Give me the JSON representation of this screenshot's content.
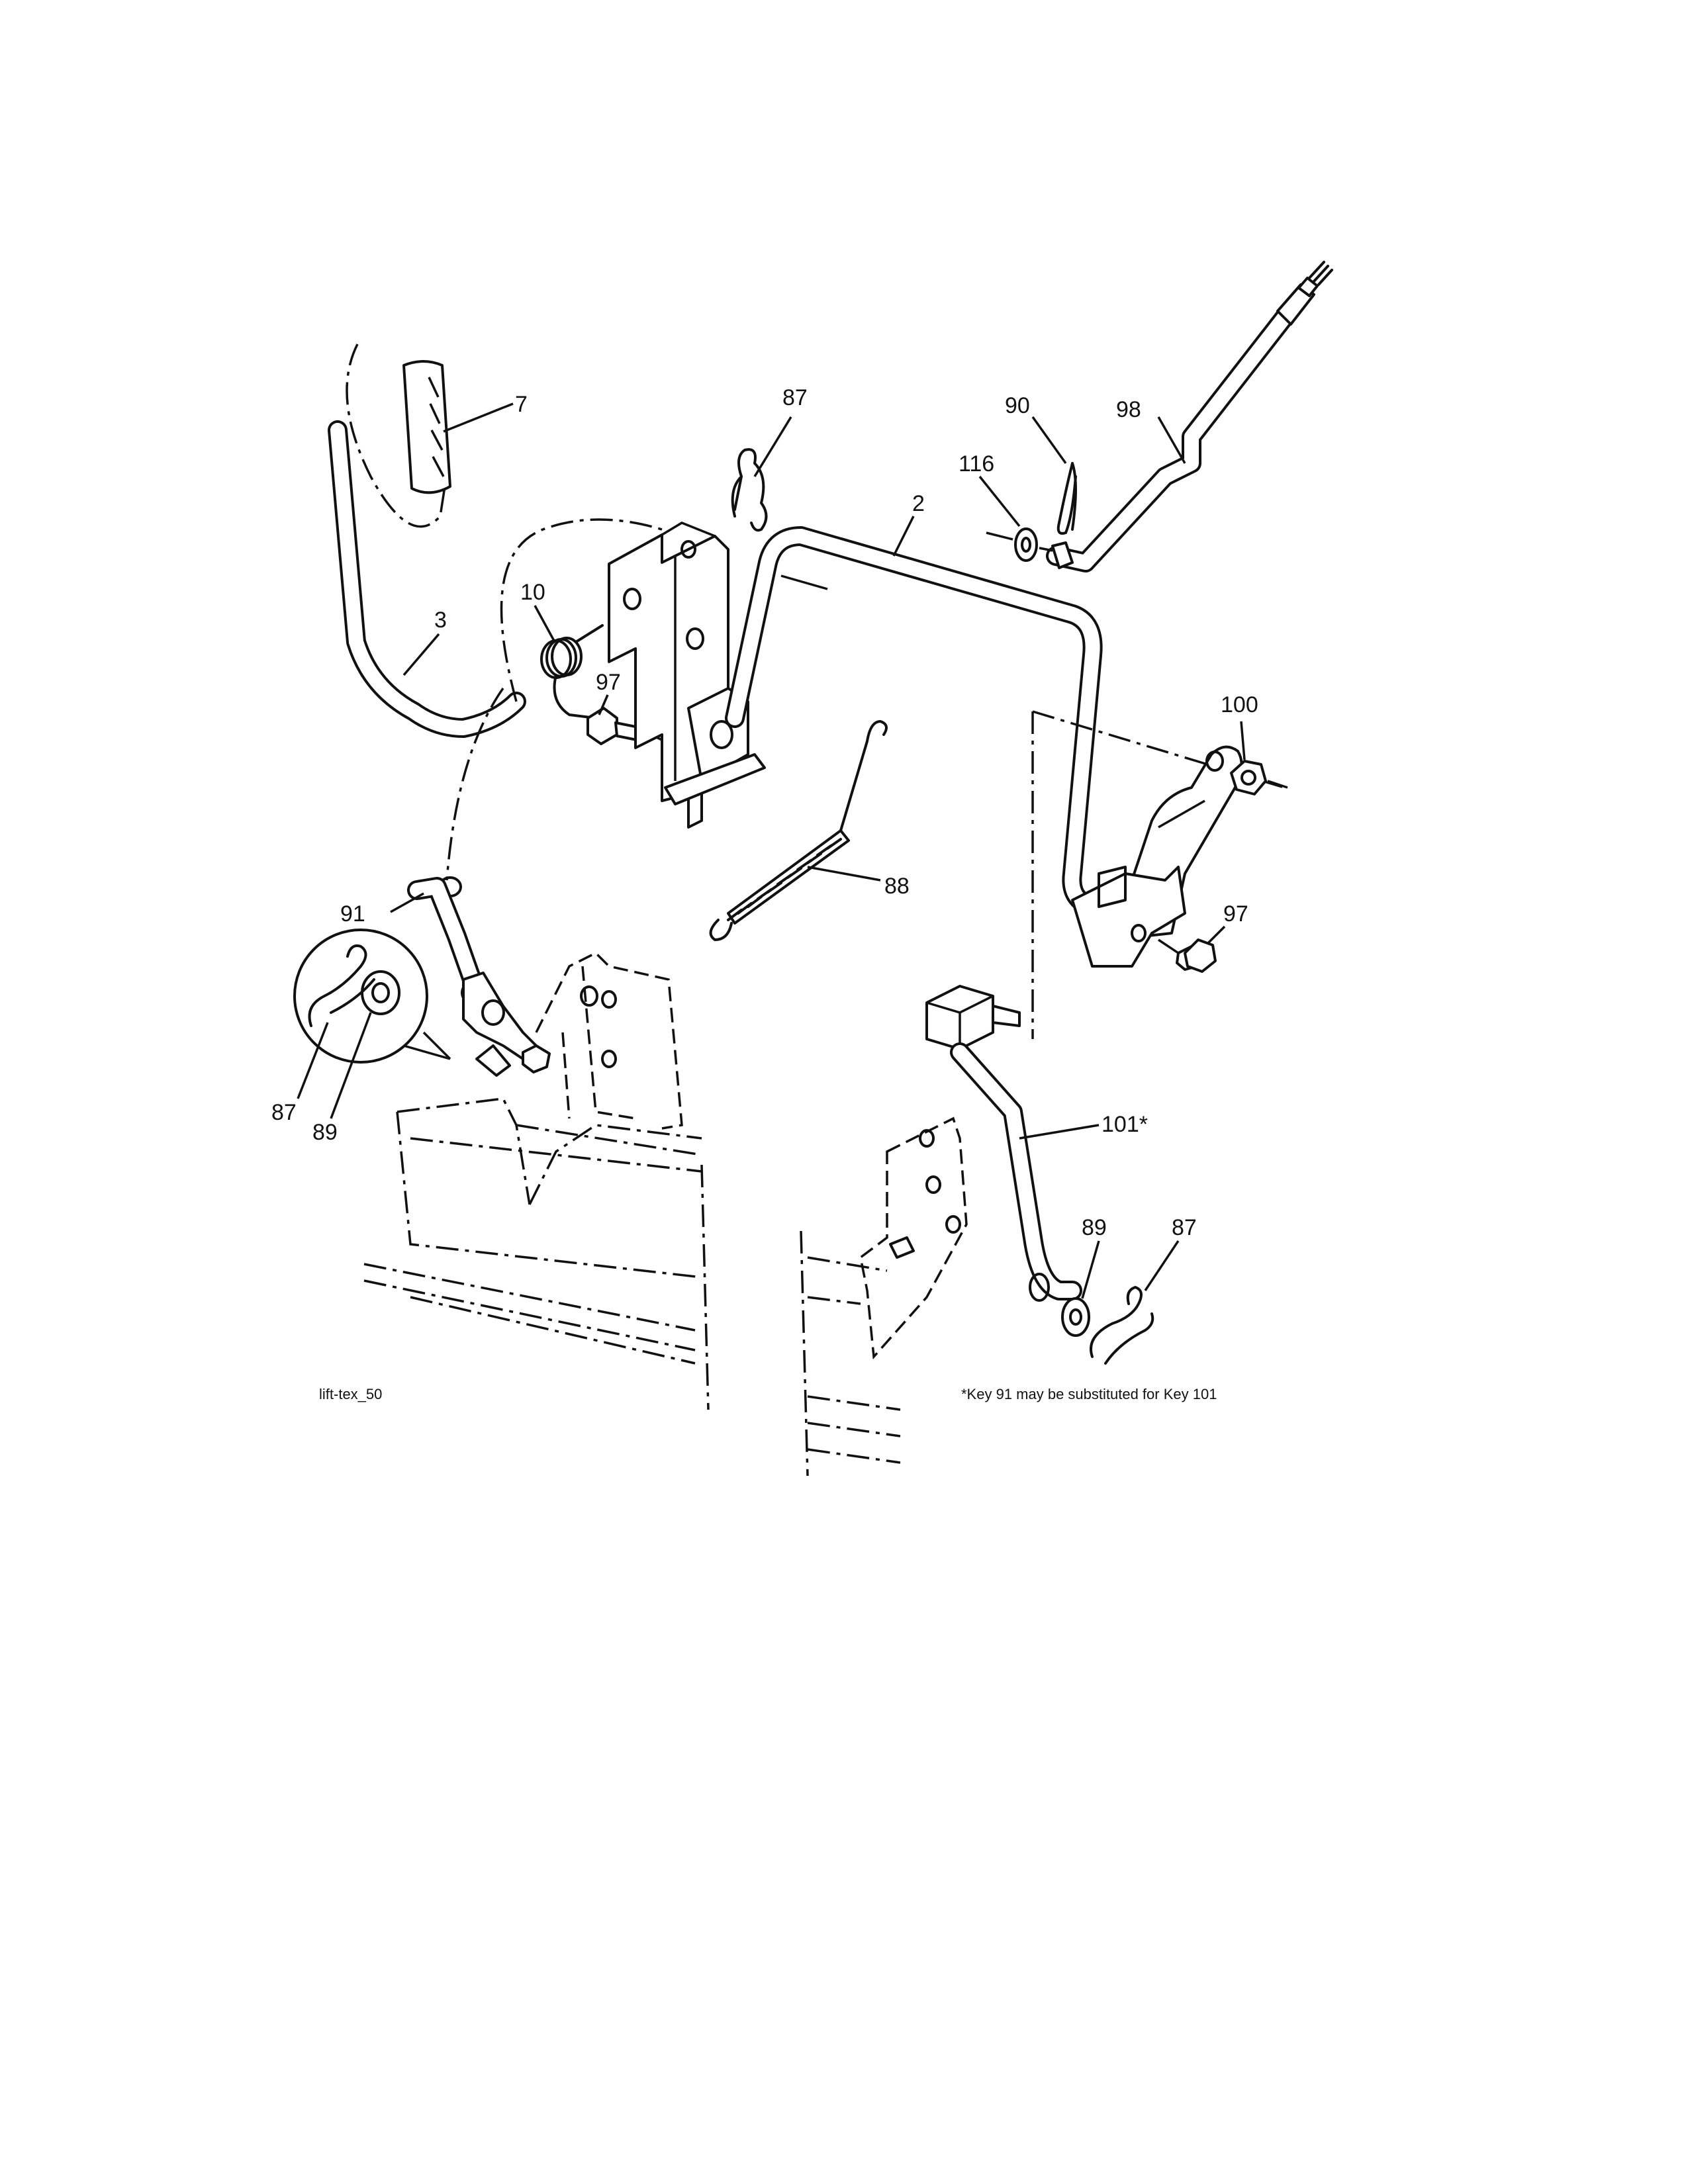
{
  "diagram": {
    "callouts": [
      "7",
      "87",
      "90",
      "98",
      "116",
      "2",
      "10",
      "3",
      "97",
      "100",
      "88",
      "91",
      "97",
      "87",
      "89",
      "101*",
      "89",
      "87"
    ],
    "figure_id": "lift-tex_50",
    "footnote": "*Key 91 may be substituted for Key 101"
  }
}
